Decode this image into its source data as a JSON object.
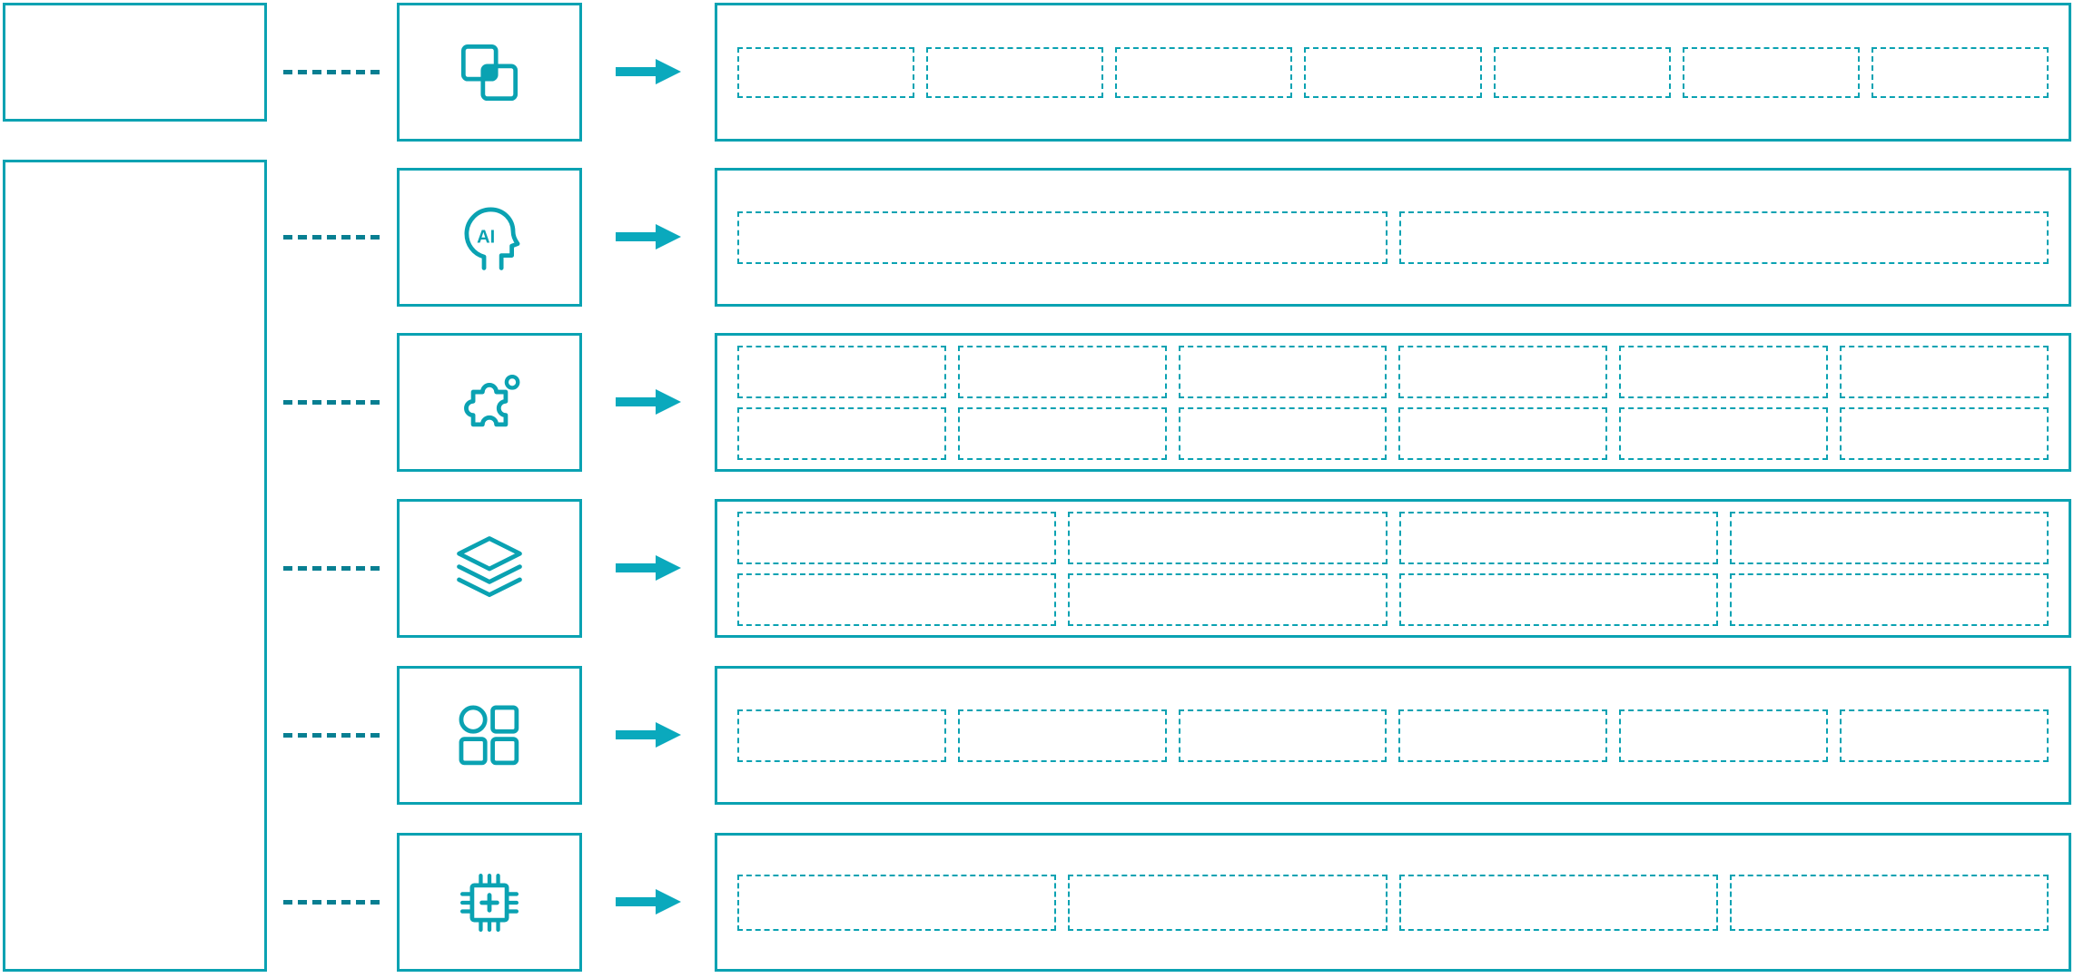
{
  "diagram": {
    "colors": {
      "accent": "#0aa2b2",
      "connector": "#077f92",
      "arrow": "#0aa9bd",
      "background": "#ffffff"
    },
    "left_panel": {
      "top_box_label": "",
      "main_box_label": ""
    },
    "rows": [
      {
        "id": "row-1",
        "icon": "overlapping-squares-icon",
        "icon_text": "",
        "placeholder_columns": 7,
        "placeholder_rows": 1
      },
      {
        "id": "row-2",
        "icon": "ai-head-icon",
        "icon_text": "AI",
        "placeholder_columns": 2,
        "placeholder_rows": 1
      },
      {
        "id": "row-3",
        "icon": "puzzle-piece-icon",
        "icon_text": "",
        "placeholder_columns": 6,
        "placeholder_rows": 2
      },
      {
        "id": "row-4",
        "icon": "layers-icon",
        "icon_text": "",
        "placeholder_columns": 4,
        "placeholder_rows": 2
      },
      {
        "id": "row-5",
        "icon": "app-grid-icon",
        "icon_text": "",
        "placeholder_columns": 6,
        "placeholder_rows": 1
      },
      {
        "id": "row-6",
        "icon": "chip-plus-icon",
        "icon_text": "",
        "placeholder_columns": 4,
        "placeholder_rows": 1
      }
    ]
  }
}
